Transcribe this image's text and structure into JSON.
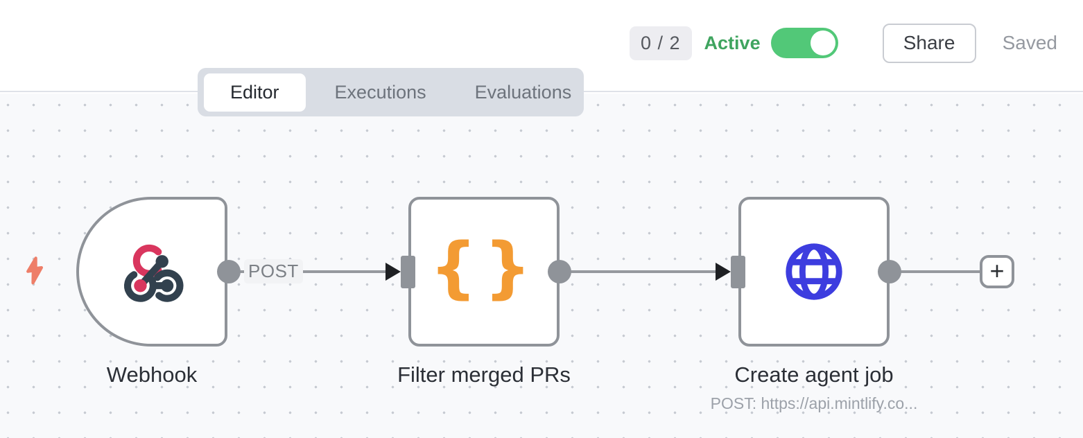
{
  "header": {
    "execution_counter": "0 / 2",
    "active_label": "Active",
    "toggle_state": "on",
    "share_label": "Share",
    "saved_label": "Saved"
  },
  "tabs": [
    {
      "label": "Editor",
      "active": true
    },
    {
      "label": "Executions",
      "active": false
    },
    {
      "label": "Evaluations",
      "active": false
    }
  ],
  "canvas": {
    "trigger_indicator": "lightning-bolt",
    "nodes": [
      {
        "name": "Webhook",
        "icon": "webhook-icon",
        "type": "trigger",
        "output_label": "POST"
      },
      {
        "name": "Filter merged PRs",
        "icon": "code-braces-icon",
        "type": "code"
      },
      {
        "name": "Create agent job",
        "icon": "globe-icon",
        "type": "http-request",
        "subtitle": "POST: https://api.mintlify.co..."
      }
    ],
    "icons": {
      "braces_open": "{",
      "braces_close": "}",
      "plus": "+"
    }
  },
  "colors": {
    "canvas_bg": "#f8f9fb",
    "node_border": "#8f9399",
    "connector_gray": "#96999e",
    "webhook_pink": "#d9365e",
    "webhook_dark": "#32414e",
    "braces_orange": "#f39b33",
    "globe_blue": "#3d3ddf",
    "toggle_green": "#52c878",
    "active_green": "#3fa45f",
    "bolt_orange": "#ee7e68"
  }
}
